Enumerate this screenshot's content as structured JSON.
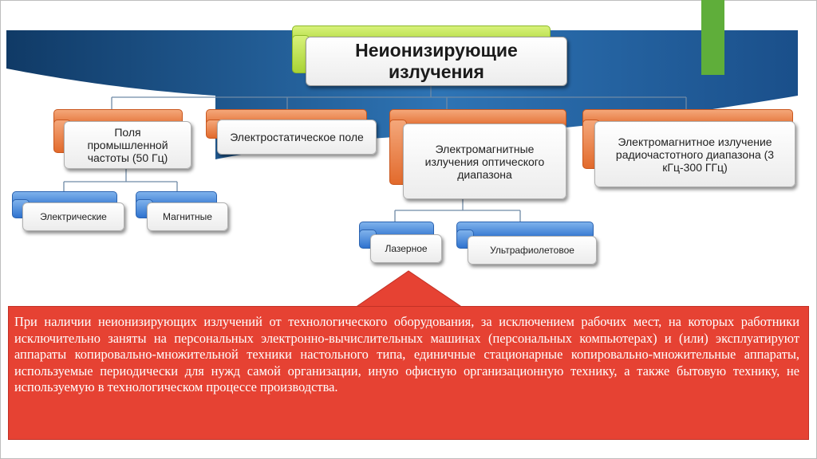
{
  "colors": {
    "banner_dark": "#103a66",
    "banner_light": "#2e74b5",
    "tab_orange": "#e26a2c",
    "tab_blue": "#2f73cf",
    "tab_green": "#a9d335",
    "note_red": "#e64233",
    "accent_green": "#5fae3a"
  },
  "diagram": {
    "root": "Неионизирующие излучения",
    "level1": [
      {
        "label": "Поля промышленной частоты (50 Гц)"
      },
      {
        "label": "Электростатическое поле"
      },
      {
        "label": "Электромагнитные излучения оптического диапазона"
      },
      {
        "label": "Электромагнитное излучение радиочастотного диапазона (3 кГц-300 ГГц)"
      }
    ],
    "level2_industrial": [
      {
        "label": "Электрические"
      },
      {
        "label": "Магнитные"
      }
    ],
    "level2_optical": [
      {
        "label": "Лазерное"
      },
      {
        "label": "Ультрафиолетовое"
      }
    ]
  },
  "note": {
    "text": "При наличии неионизирующих излучений от технологического оборудования, за исключением рабочих мест, на которых работники исключительно заняты на персональных электронно-вычислительных машинах (персональных компьютерах) и (или) эксплуатируют аппараты копировально-множительной техники настольного типа, единичные стационарные копировально-множительные аппараты, используемые периодически для нужд самой организации, иную офисную организационную технику, а также бытовую технику, не используемую в технологическом процессе производства."
  }
}
